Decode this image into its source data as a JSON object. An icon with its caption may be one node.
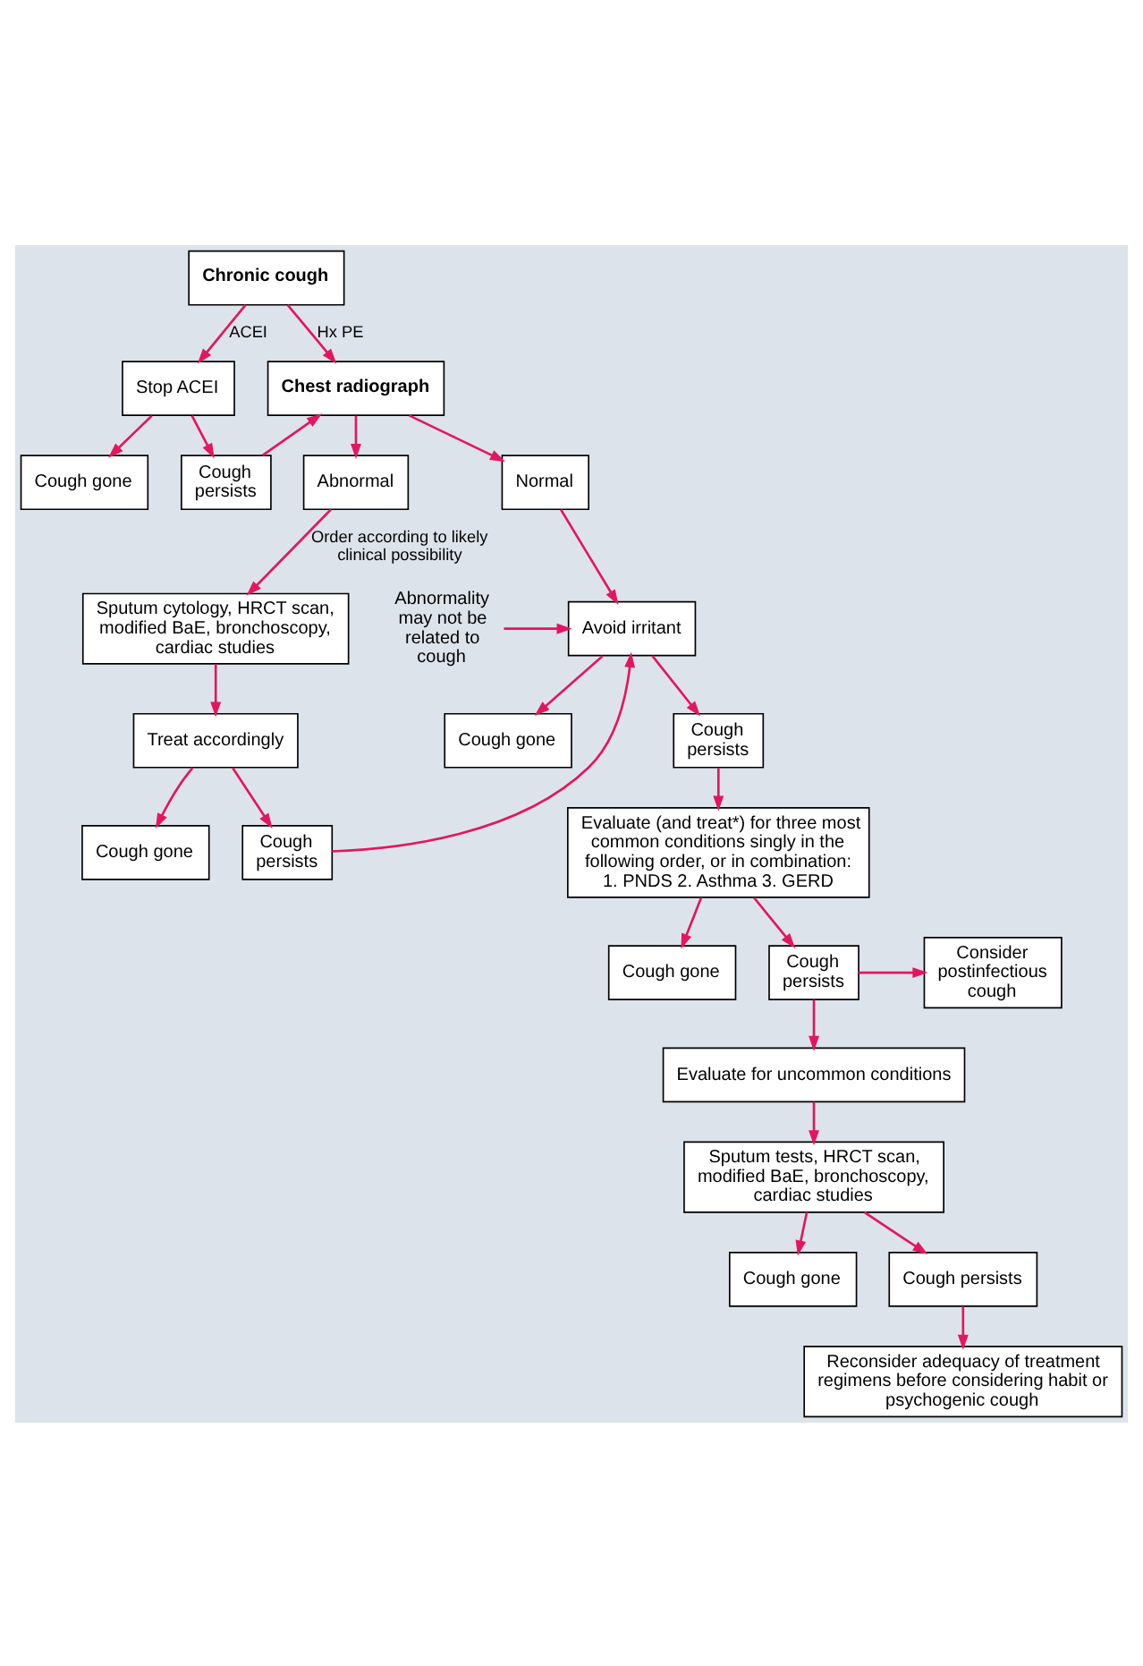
{
  "diagram": {
    "nodes": [
      {
        "text": [
          "Chronic cough"
        ]
      },
      {
        "text": [
          "Stop ACEI"
        ]
      },
      {
        "text": [
          "Cough gone"
        ]
      },
      {
        "text": [
          "Cough persists"
        ]
      },
      {
        "text": [
          "Chest radiograph"
        ]
      },
      {
        "text": [
          "Normal"
        ]
      },
      {
        "text": [
          "Abnormal"
        ]
      },
      {
        "text": [
          "Abnormality may not be related to cough"
        ]
      },
      {
        "text": [
          "Avoid irritant"
        ]
      },
      {
        "text": [
          "Sputum cytology, HRCT scan, modified BaE, bronchoscopy, cardiac studies"
        ]
      },
      {
        "text": [
          "Cough gone"
        ]
      },
      {
        "text": [
          "Cough persists"
        ]
      },
      {
        "text": [
          "Treat accordingly"
        ]
      },
      {
        "text": [
          "Cough persists"
        ]
      },
      {
        "text": [
          "Cough gone"
        ]
      },
      {
        "text": [
          "Evaluate (and treat*) for three most common conditions singly in the following order, or in combination: 1. PNDS 2. Asthma 3. GERD"
        ]
      },
      {
        "text": [
          "Cough gone"
        ]
      },
      {
        "text": [
          "Cough persists"
        ]
      },
      {
        "text": [
          "Consider postinfectious cough"
        ]
      },
      {
        "text": [
          "Evaluate for uncommon conditions"
        ]
      },
      {
        "text": [
          "Sputum tests, HRCT scan, modified BaE, bronchoscopy, cardiac studies"
        ]
      },
      {
        "text": [
          "Cough gone"
        ]
      },
      {
        "text": [
          "Cough persists"
        ]
      },
      {
        "text": [
          "Reconsider adequacy of treatment regimens before considering habit or psychogenic cough"
        ]
      }
    ],
    "edges": [
      {
        "from": 0,
        "to": 4,
        "arrow": "to",
        "label": "Hx PE"
      },
      {
        "from": 0,
        "to": 1,
        "arrow": "to",
        "label": "ACEI"
      },
      {
        "from": 1,
        "to": 2,
        "arrow": "to"
      },
      {
        "from": 1,
        "to": 3,
        "arrow": "to"
      },
      {
        "from": 3,
        "to": 4,
        "arrow": "to"
      },
      {
        "from": 4,
        "to": 5,
        "arrow": "to"
      },
      {
        "from": 4,
        "to": 6,
        "arrow": "to"
      },
      {
        "from": 5,
        "to": 8,
        "arrow": "to"
      },
      {
        "from": 7,
        "to": 8,
        "arrow": "to"
      },
      {
        "from": 6,
        "to": 9,
        "arrow": "to",
        "label": "Order according to likely clinical possibility"
      },
      {
        "from": 8,
        "to": 10,
        "arrow": "to"
      },
      {
        "from": 8,
        "to": 11,
        "arrow": "to"
      },
      {
        "from": 9,
        "to": 12,
        "arrow": "to"
      },
      {
        "from": 12,
        "to": 13,
        "arrow": "to"
      },
      {
        "from": 12,
        "to": 14,
        "arrow": "to"
      },
      {
        "from": 13,
        "to": 8,
        "arrow": "to"
      },
      {
        "from": 11,
        "to": 15,
        "arrow": "to"
      },
      {
        "from": 15,
        "to": 16,
        "arrow": "to"
      },
      {
        "from": 15,
        "to": 17,
        "arrow": "to"
      },
      {
        "from": 17,
        "to": 18,
        "arrow": "to"
      },
      {
        "from": 17,
        "to": 19,
        "arrow": "to"
      },
      {
        "from": 19,
        "to": 20,
        "arrow": "to"
      },
      {
        "from": 20,
        "to": 21,
        "arrow": "to"
      },
      {
        "from": 20,
        "to": 22,
        "arrow": "to"
      },
      {
        "from": 22,
        "to": 23,
        "arrow": "to"
      }
    ]
  }
}
